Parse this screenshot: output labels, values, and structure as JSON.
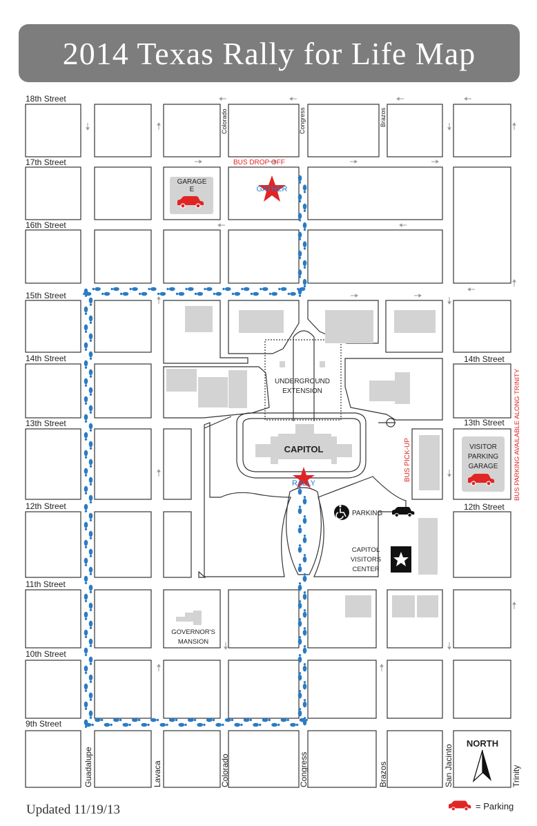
{
  "title": "2014 Texas Rally for Life Map",
  "updated": "Updated 11/19/13",
  "legend": {
    "parking_label": "= Parking",
    "icon": "car-icon"
  },
  "streets": {
    "s18": "18th Street",
    "s17": "17th Street",
    "s16": "16th Street",
    "s15": "15th Street",
    "s14": "14th Street",
    "s13": "13th Street",
    "s12": "12th Street",
    "s11": "11th Street",
    "s10": "10th Street",
    "s9": "9th Street",
    "s14r": "14th Street",
    "s13r": "13th Street",
    "s12r": "12th Street"
  },
  "avenues": {
    "colorado_top": "Colorado",
    "congress_top": "Congress",
    "brazos_top": "Brazos",
    "guadalupe": "Guadalupe",
    "lavaca": "Lavaca",
    "colorado": "Colorado",
    "congress": "Congress",
    "brazos": "Brazos",
    "san_jacinto": "San Jacinto",
    "trinity": "Trinity"
  },
  "labels": {
    "bus_drop_off": "BUS DROP OFF",
    "garage_e_1": "GARAGE",
    "garage_e_2": "E",
    "gather": "GATHER",
    "underground_1": "UNDERGROUND",
    "underground_2": "EXTENSION",
    "capitol": "CAPITOL",
    "rally": "RALLY",
    "bus_pickup": "BUS PICK-UP",
    "visitor_1": "VISITOR",
    "visitor_2": "PARKING",
    "visitor_3": "GARAGE",
    "bus_parking": "BUS PARKING AVAILABLE ALONG TRINITY",
    "parking": "PARKING",
    "cvc_1": "CAPITOL",
    "cvc_2": "VISITORS",
    "cvc_3": "CENTER",
    "gov_1": "GOVERNOR'S",
    "gov_2": "MANSION",
    "north": "NORTH"
  },
  "colors": {
    "banner": "#7d7d7d",
    "route": "#2b7bc4",
    "accent_red": "#e02525",
    "building": "#d3d3d3",
    "block_border": "#333333"
  }
}
